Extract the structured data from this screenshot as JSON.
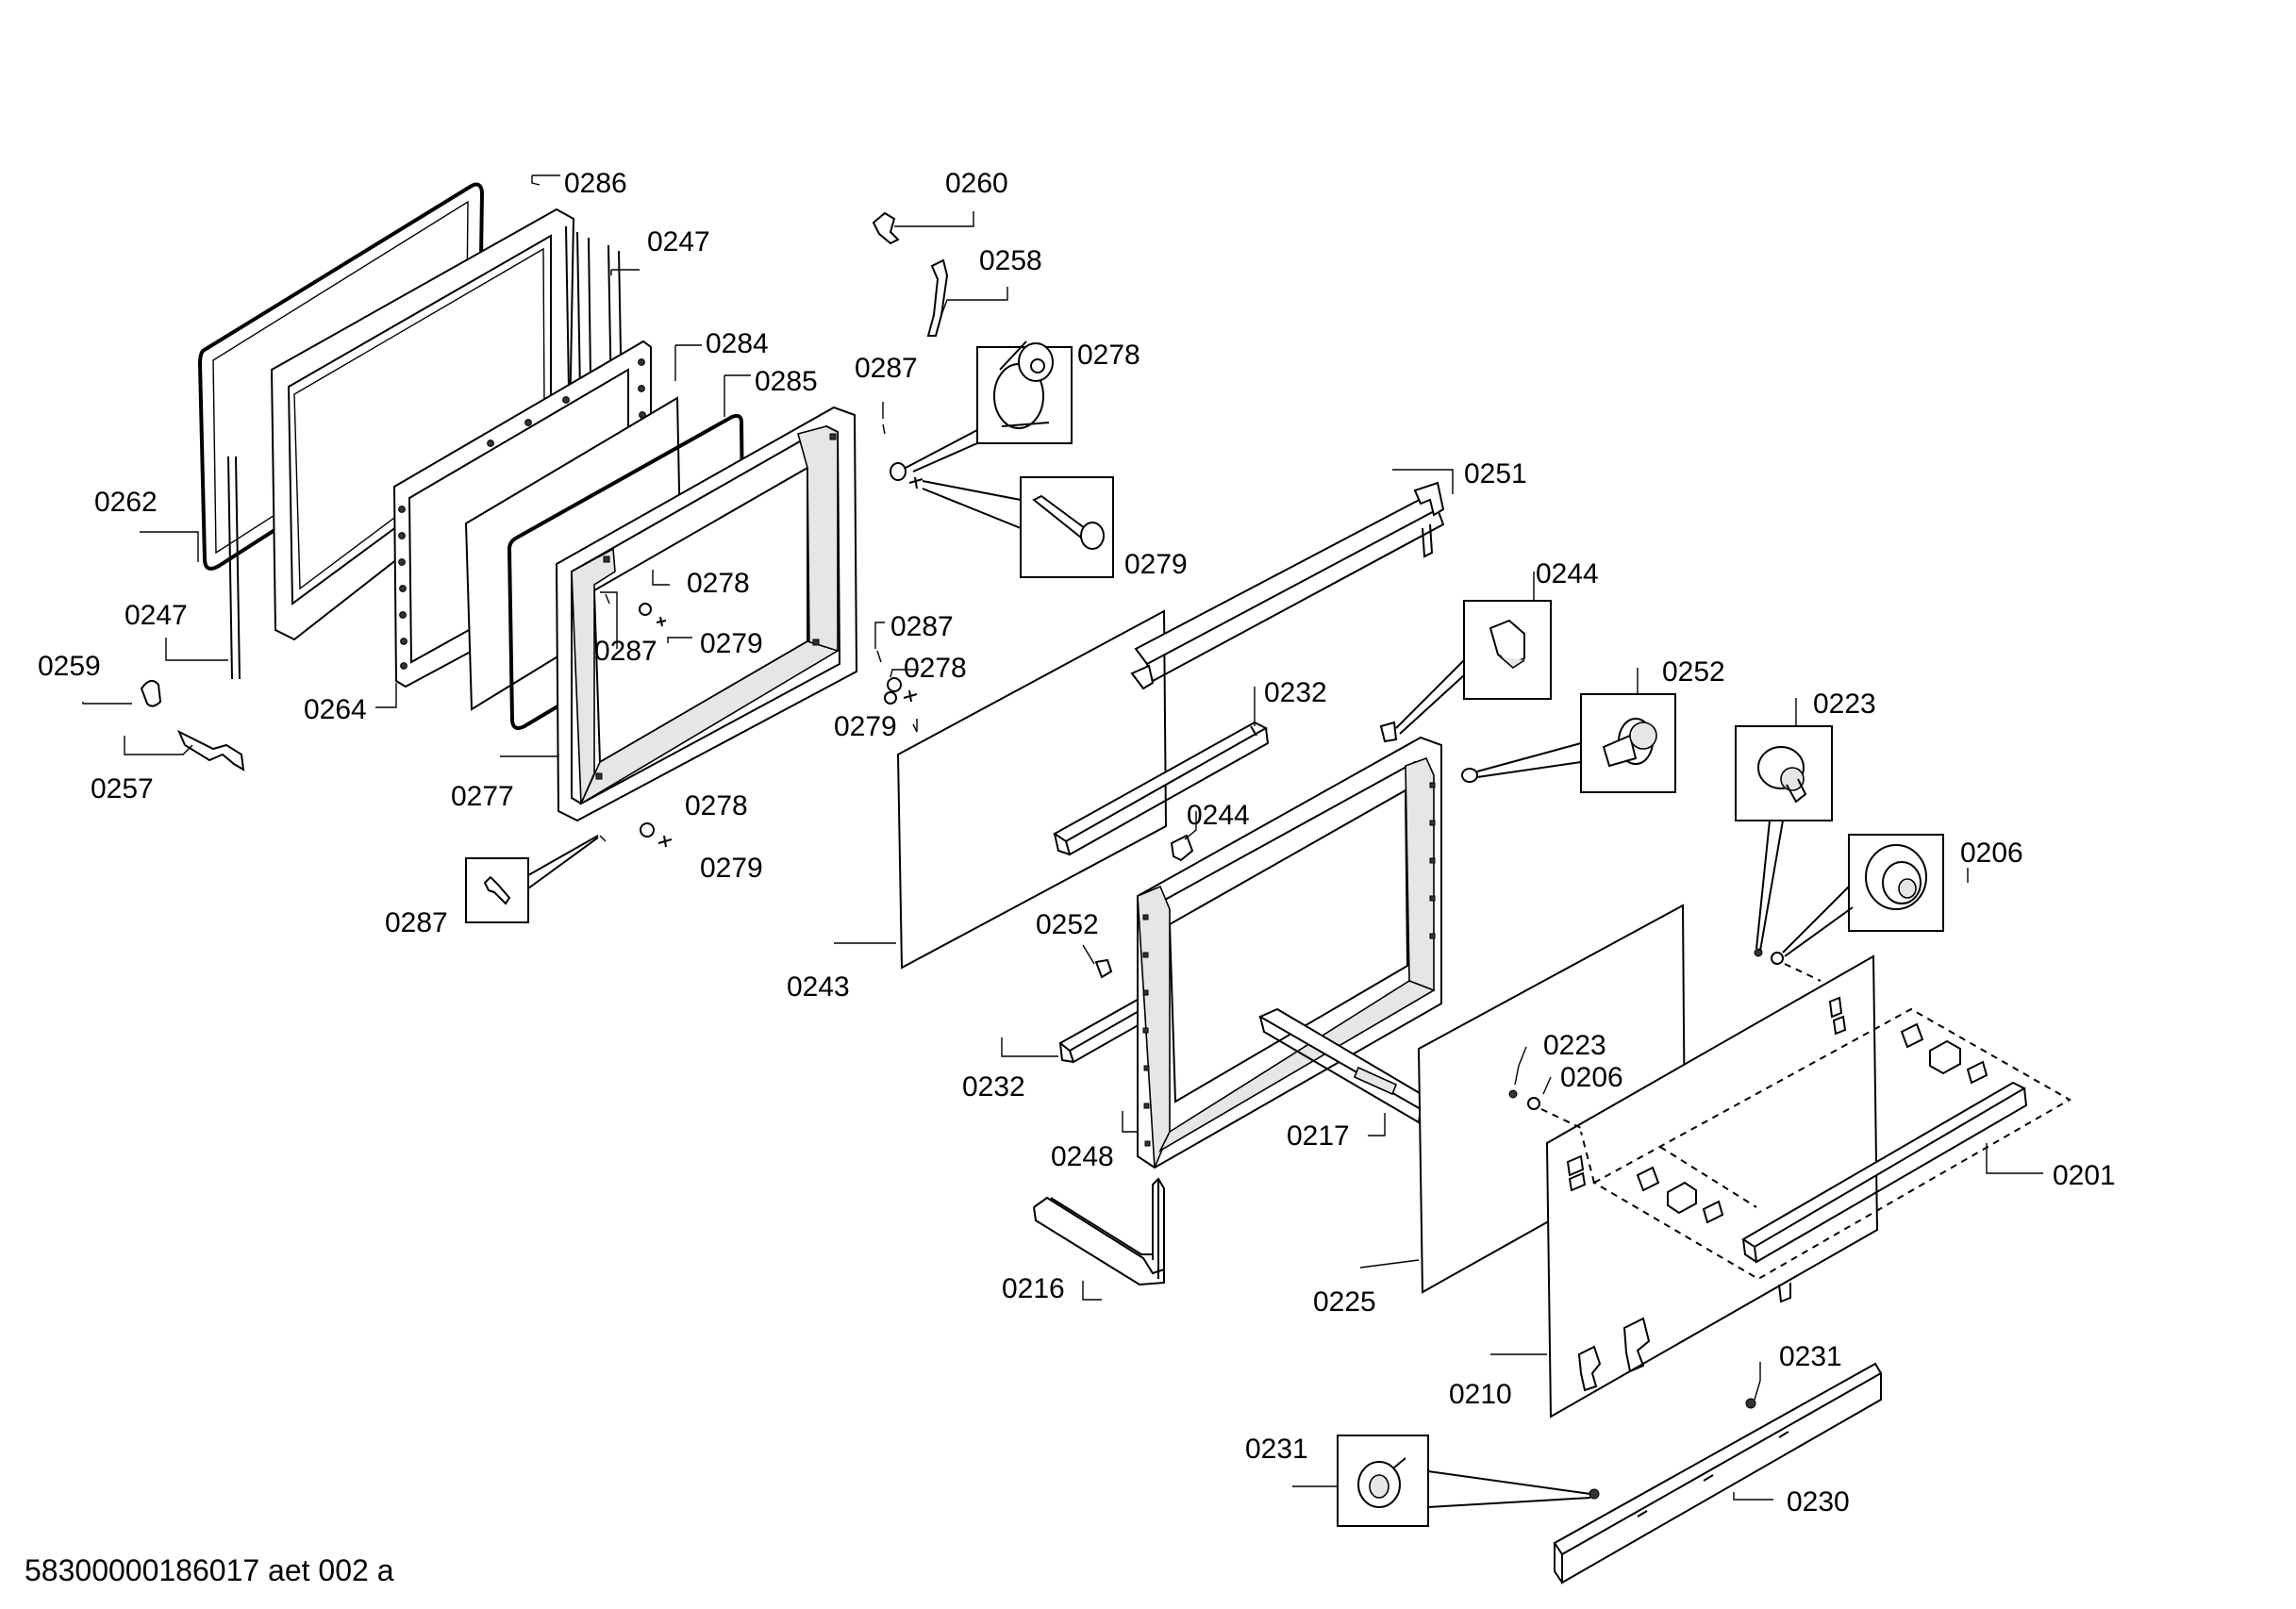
{
  "diagram": {
    "part_labels": [
      "0286",
      "0247",
      "0284",
      "0285",
      "0262",
      "0247",
      "0264",
      "0259",
      "0257",
      "0277",
      "0278",
      "0287",
      "0279",
      "0287",
      "0278",
      "0279",
      "0278",
      "0279",
      "0287",
      "0260",
      "0258",
      "0287",
      "0278",
      "0279",
      "0251",
      "0244",
      "0252",
      "0232",
      "0244",
      "0243",
      "0252",
      "0232",
      "0248",
      "0217",
      "0223",
      "0206",
      "0223",
      "0206",
      "0201",
      "0225",
      "0210",
      "0216",
      "0231",
      "0231",
      "0230"
    ],
    "footer_code": "58300000186017 aet 002 a"
  }
}
